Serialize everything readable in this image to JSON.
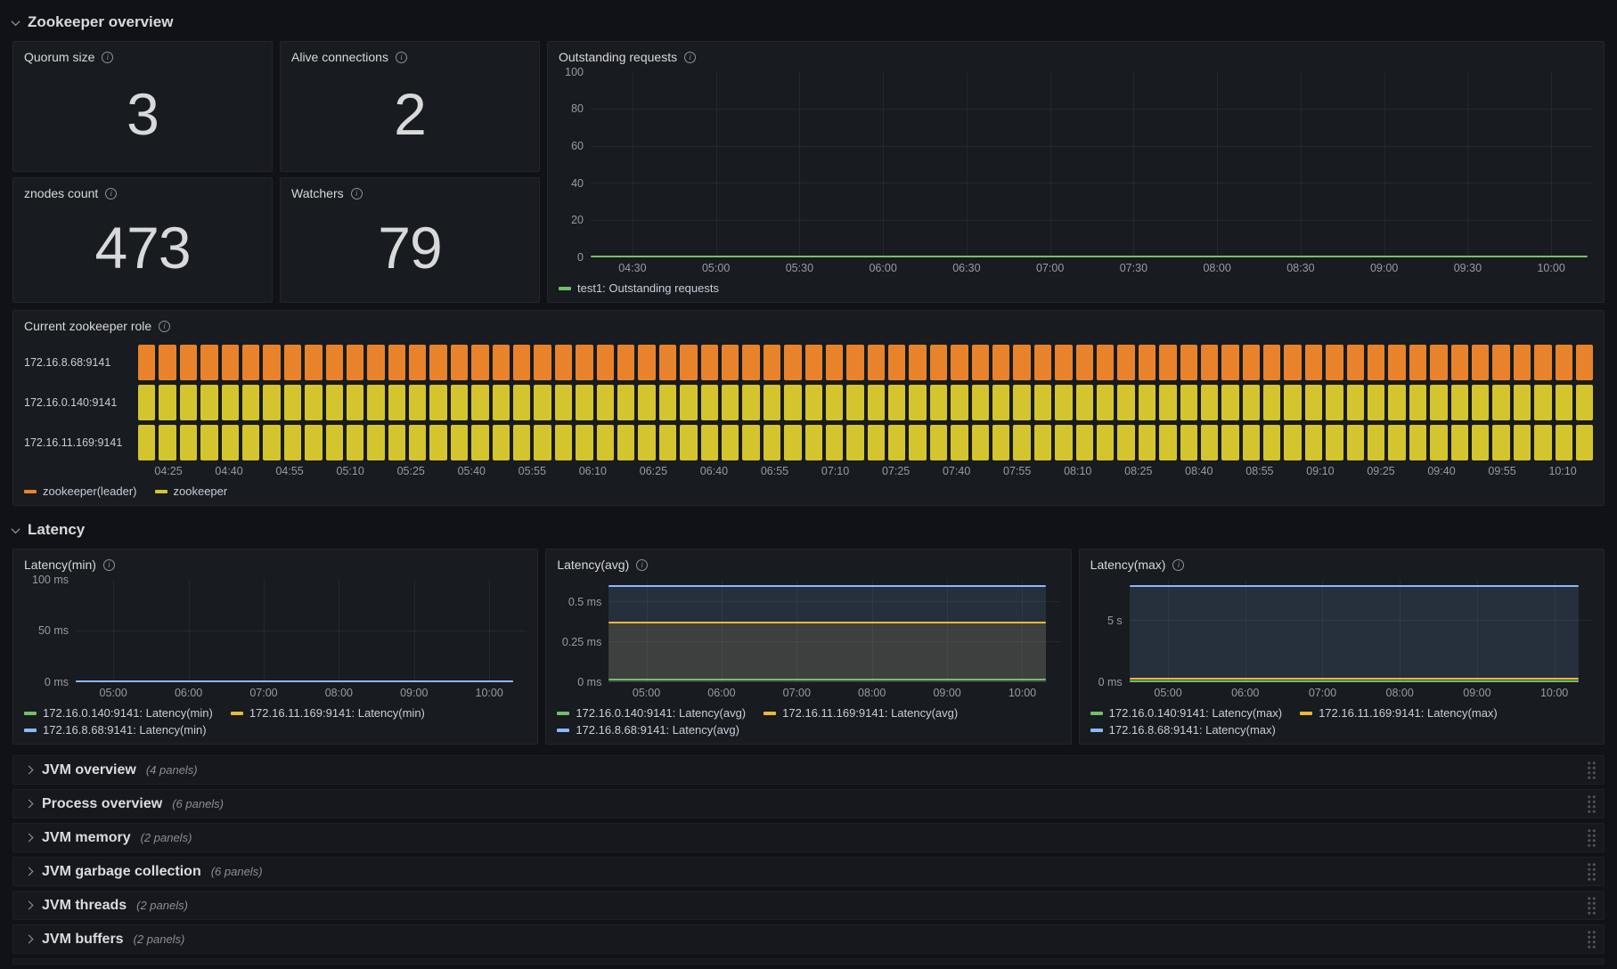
{
  "sections": {
    "overview": {
      "title": "Zookeeper overview"
    },
    "latency": {
      "title": "Latency"
    }
  },
  "stats": [
    {
      "title": "Quorum size",
      "value": "3"
    },
    {
      "title": "Alive connections",
      "value": "2"
    },
    {
      "title": "znodes count",
      "value": "473"
    },
    {
      "title": "Watchers",
      "value": "79"
    }
  ],
  "collapsed_rows": [
    {
      "title": "JVM overview",
      "panels": "(4 panels)"
    },
    {
      "title": "Process overview",
      "panels": "(6 panels)"
    },
    {
      "title": "JVM memory",
      "panels": "(2 panels)"
    },
    {
      "title": "JVM garbage collection",
      "panels": "(6 panels)"
    },
    {
      "title": "JVM threads",
      "panels": "(2 panels)"
    },
    {
      "title": "JVM buffers",
      "panels": "(2 panels)"
    }
  ],
  "chart_data": [
    {
      "key": "outstanding_requests",
      "type": "line",
      "title": "Outstanding requests",
      "ylim": [
        0,
        100
      ],
      "yaxis_width": 36,
      "inset_right": 0.5,
      "grid": true,
      "legend_position": "bottom",
      "yticks": [
        {
          "label": "100",
          "value": 100
        },
        {
          "label": "80",
          "value": 80
        },
        {
          "label": "60",
          "value": 60
        },
        {
          "label": "40",
          "value": 40
        },
        {
          "label": "20",
          "value": 20
        },
        {
          "label": "0",
          "value": 0
        }
      ],
      "xticks": [
        "04:30",
        "05:00",
        "05:30",
        "06:00",
        "06:30",
        "07:00",
        "07:30",
        "08:00",
        "08:30",
        "09:00",
        "09:30",
        "10:00"
      ],
      "series": [
        {
          "name": "test1: Outstanding requests",
          "color": "#73bf69",
          "value": 0.5,
          "fill": false
        }
      ]
    },
    {
      "key": "zookeeper_role",
      "type": "state-timeline",
      "title": "Current zookeeper role",
      "segments": 70,
      "rows": [
        {
          "label": "172.16.8.68:9141",
          "state": "zookeeper(leader)",
          "color": "#e8832c"
        },
        {
          "label": "172.16.0.140:9141",
          "state": "zookeeper",
          "color": "#d4c52e"
        },
        {
          "label": "172.16.11.169:9141",
          "state": "zookeeper",
          "color": "#d4c52e"
        }
      ],
      "xticks": [
        "04:25",
        "04:40",
        "04:55",
        "05:10",
        "05:25",
        "05:40",
        "05:55",
        "06:10",
        "06:25",
        "06:40",
        "06:55",
        "07:10",
        "07:25",
        "07:40",
        "07:55",
        "08:10",
        "08:25",
        "08:40",
        "08:55",
        "09:10",
        "09:25",
        "09:40",
        "09:55",
        "10:10"
      ],
      "legend": [
        {
          "label": "zookeeper(leader)",
          "color": "#e8832c"
        },
        {
          "label": "zookeeper",
          "color": "#d4c52e"
        }
      ]
    },
    {
      "key": "latency_min",
      "type": "line",
      "title": "Latency(min)",
      "ylim": [
        0,
        100
      ],
      "yaxis_width": 58,
      "inset_right": 3,
      "grid": true,
      "legend_position": "bottom",
      "yticks": [
        {
          "label": "100 ms",
          "value": 100
        },
        {
          "label": "50 ms",
          "value": 50
        },
        {
          "label": "0 ms",
          "value": 0
        }
      ],
      "xticks": [
        "05:00",
        "06:00",
        "07:00",
        "08:00",
        "09:00",
        "10:00"
      ],
      "series": [
        {
          "name": "172.16.0.140:9141: Latency(min)",
          "color": "#73bf69",
          "value": 0,
          "fill": false
        },
        {
          "name": "172.16.11.169:9141: Latency(min)",
          "color": "#eab839",
          "value": 0,
          "fill": false
        },
        {
          "name": "172.16.8.68:9141: Latency(min)",
          "color": "#8ab8ff",
          "value": 0.8,
          "fill": false
        }
      ]
    },
    {
      "key": "latency_avg",
      "type": "line",
      "title": "Latency(avg)",
      "ylim": [
        0,
        0.64
      ],
      "yaxis_width": 58,
      "inset_right": 3,
      "grid": true,
      "legend_position": "bottom",
      "yticks": [
        {
          "label": "0.5 ms",
          "value": 0.5
        },
        {
          "label": "0.25 ms",
          "value": 0.25
        },
        {
          "label": "0 ms",
          "value": 0
        }
      ],
      "xticks": [
        "05:00",
        "06:00",
        "07:00",
        "08:00",
        "09:00",
        "10:00"
      ],
      "series": [
        {
          "name": "172.16.0.140:9141: Latency(avg)",
          "color": "#73bf69",
          "value": 0.015,
          "fill": false
        },
        {
          "name": "172.16.11.169:9141: Latency(avg)",
          "color": "#eab839",
          "value": 0.37,
          "fill": true
        },
        {
          "name": "172.16.8.68:9141: Latency(avg)",
          "color": "#8ab8ff",
          "value": 0.6,
          "fill": true
        }
      ]
    },
    {
      "key": "latency_max",
      "type": "line",
      "title": "Latency(max)",
      "ylim": [
        0,
        8.3
      ],
      "yaxis_width": 44,
      "inset_right": 3,
      "grid": true,
      "legend_position": "bottom",
      "yticks": [
        {
          "label": "5 s",
          "value": 5
        },
        {
          "label": "0 ms",
          "value": 0
        }
      ],
      "xticks": [
        "05:00",
        "06:00",
        "07:00",
        "08:00",
        "09:00",
        "10:00"
      ],
      "series": [
        {
          "name": "172.16.0.140:9141: Latency(max)",
          "color": "#73bf69",
          "value": 0.1,
          "fill": false
        },
        {
          "name": "172.16.11.169:9141: Latency(max)",
          "color": "#eab839",
          "value": 0.32,
          "fill": true
        },
        {
          "name": "172.16.8.68:9141: Latency(max)",
          "color": "#8ab8ff",
          "value": 7.8,
          "fill": true
        }
      ]
    }
  ]
}
